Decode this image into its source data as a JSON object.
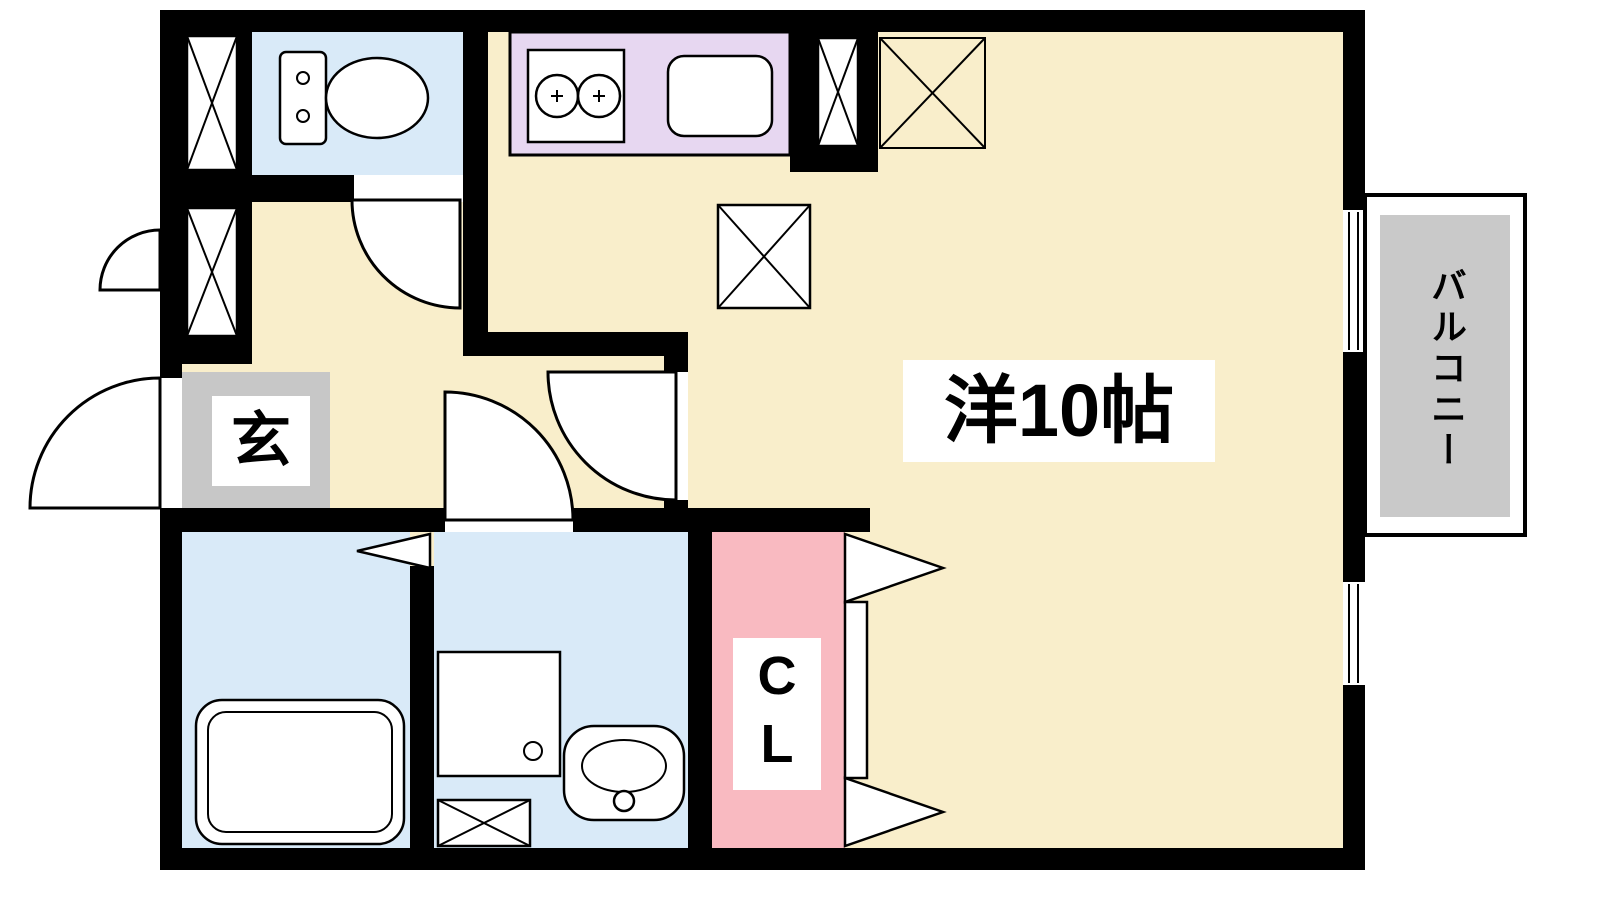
{
  "rooms": {
    "main_room": {
      "label": "洋10帖"
    },
    "entrance": {
      "label": "玄"
    },
    "closet": {
      "label": "CL"
    },
    "balcony": {
      "label": "バルコニー"
    }
  },
  "colors": {
    "background": "#ffffff",
    "wall": "#000000",
    "floor": "#f9eecb",
    "wet_area": "#d9eaf8",
    "kitchen_counter": "#e7d7f1",
    "closet": "#f9bac1",
    "entrance_floor": "#c7c7c7",
    "balcony_deck": "#c9c9c9"
  }
}
